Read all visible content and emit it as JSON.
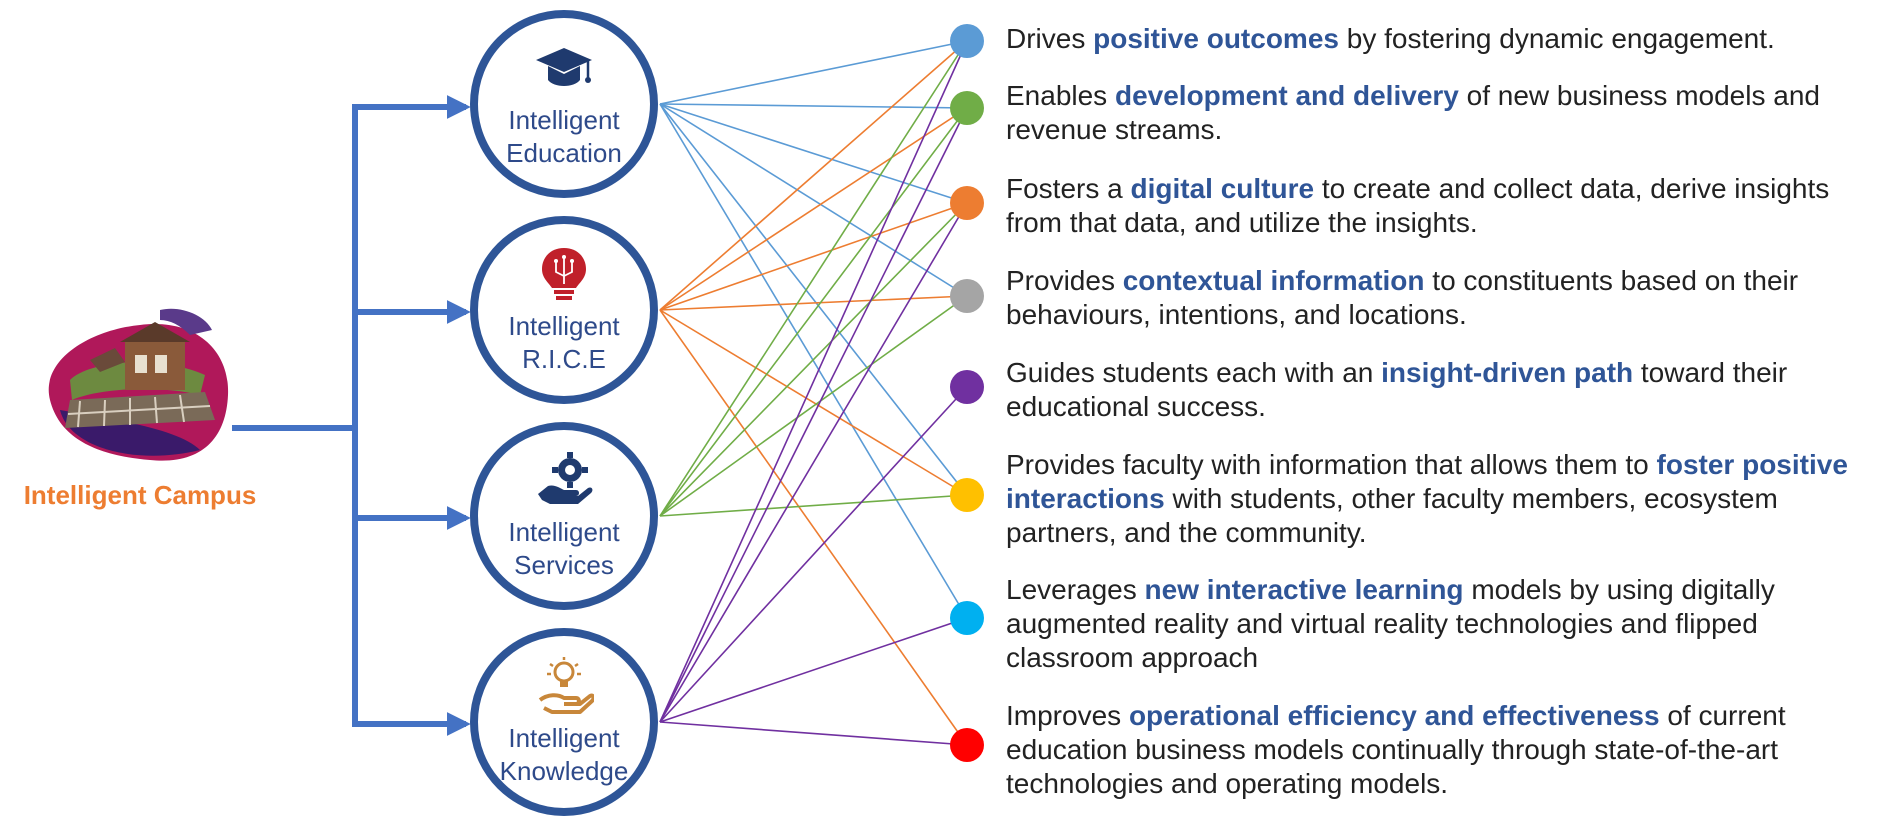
{
  "campus": {
    "label": "Intelligent Campus"
  },
  "hubs": [
    {
      "label": "Intelligent\nEducation",
      "icon": "graduation-cap-icon",
      "icon_color": "#1F3A6E"
    },
    {
      "label": "Intelligent\nR.I.C.E",
      "icon": "lightbulb-circuit-icon",
      "icon_color": "#C0202A"
    },
    {
      "label": "Intelligent\nServices",
      "icon": "hand-gear-icon",
      "icon_color": "#1F3A6E"
    },
    {
      "label": "Intelligent\nKnowledge",
      "icon": "hand-idea-icon",
      "icon_color": "#C8873A"
    }
  ],
  "outcomes": [
    {
      "color": "#5B9BD5",
      "pre": "Drives ",
      "bold": "positive outcomes",
      "post": " by fostering dynamic engagement."
    },
    {
      "color": "#70AD47",
      "pre": "Enables ",
      "bold": "development and delivery",
      "post": " of new business models and revenue streams."
    },
    {
      "color": "#ED7D31",
      "pre": "Fosters a ",
      "bold": "digital culture",
      "post": " to create and collect data, derive insights from that data, and utilize the insights."
    },
    {
      "color": "#A5A5A5",
      "pre": "Provides ",
      "bold": "contextual information",
      "post": " to constituents based on their behaviours, intentions, and locations."
    },
    {
      "color": "#7030A0",
      "pre": "Guides students each with an ",
      "bold": "insight-driven path",
      "post": " toward their educational success."
    },
    {
      "color": "#FFC000",
      "pre": "Provides faculty with information that allows them to ",
      "bold": "foster positive interactions",
      "post": " with students, other faculty members, ecosystem partners, and the community."
    },
    {
      "color": "#00B0F0",
      "pre": "Leverages ",
      "bold": "new interactive learning",
      "post": " models by using digitally augmented reality and virtual reality technologies and flipped classroom approach"
    },
    {
      "color": "#FF0000",
      "pre": "Improves ",
      "bold": "operational efficiency and effectiveness",
      "post": " of current education business models continually through state-of-the-art technologies and operating models."
    }
  ],
  "connections": [
    {
      "from": 0,
      "to": 0,
      "color": "#5B9BD5"
    },
    {
      "from": 0,
      "to": 1,
      "color": "#5B9BD5"
    },
    {
      "from": 0,
      "to": 2,
      "color": "#5B9BD5"
    },
    {
      "from": 0,
      "to": 3,
      "color": "#5B9BD5"
    },
    {
      "from": 0,
      "to": 5,
      "color": "#5B9BD5"
    },
    {
      "from": 0,
      "to": 6,
      "color": "#5B9BD5"
    },
    {
      "from": 1,
      "to": 0,
      "color": "#ED7D31"
    },
    {
      "from": 1,
      "to": 1,
      "color": "#ED7D31"
    },
    {
      "from": 1,
      "to": 2,
      "color": "#ED7D31"
    },
    {
      "from": 1,
      "to": 3,
      "color": "#ED7D31"
    },
    {
      "from": 1,
      "to": 5,
      "color": "#ED7D31"
    },
    {
      "from": 1,
      "to": 7,
      "color": "#ED7D31"
    },
    {
      "from": 2,
      "to": 0,
      "color": "#70AD47"
    },
    {
      "from": 2,
      "to": 1,
      "color": "#70AD47"
    },
    {
      "from": 2,
      "to": 2,
      "color": "#70AD47"
    },
    {
      "from": 2,
      "to": 3,
      "color": "#70AD47"
    },
    {
      "from": 2,
      "to": 5,
      "color": "#70AD47"
    },
    {
      "from": 3,
      "to": 0,
      "color": "#7030A0"
    },
    {
      "from": 3,
      "to": 1,
      "color": "#7030A0"
    },
    {
      "from": 3,
      "to": 2,
      "color": "#7030A0"
    },
    {
      "from": 3,
      "to": 4,
      "color": "#7030A0"
    },
    {
      "from": 3,
      "to": 6,
      "color": "#7030A0"
    },
    {
      "from": 3,
      "to": 7,
      "color": "#7030A0"
    }
  ],
  "colors": {
    "trunk": "#4472C4",
    "hub_ring": "#2E5597",
    "campus_label": "#ED7D31",
    "emphasis": "#2F5597"
  }
}
